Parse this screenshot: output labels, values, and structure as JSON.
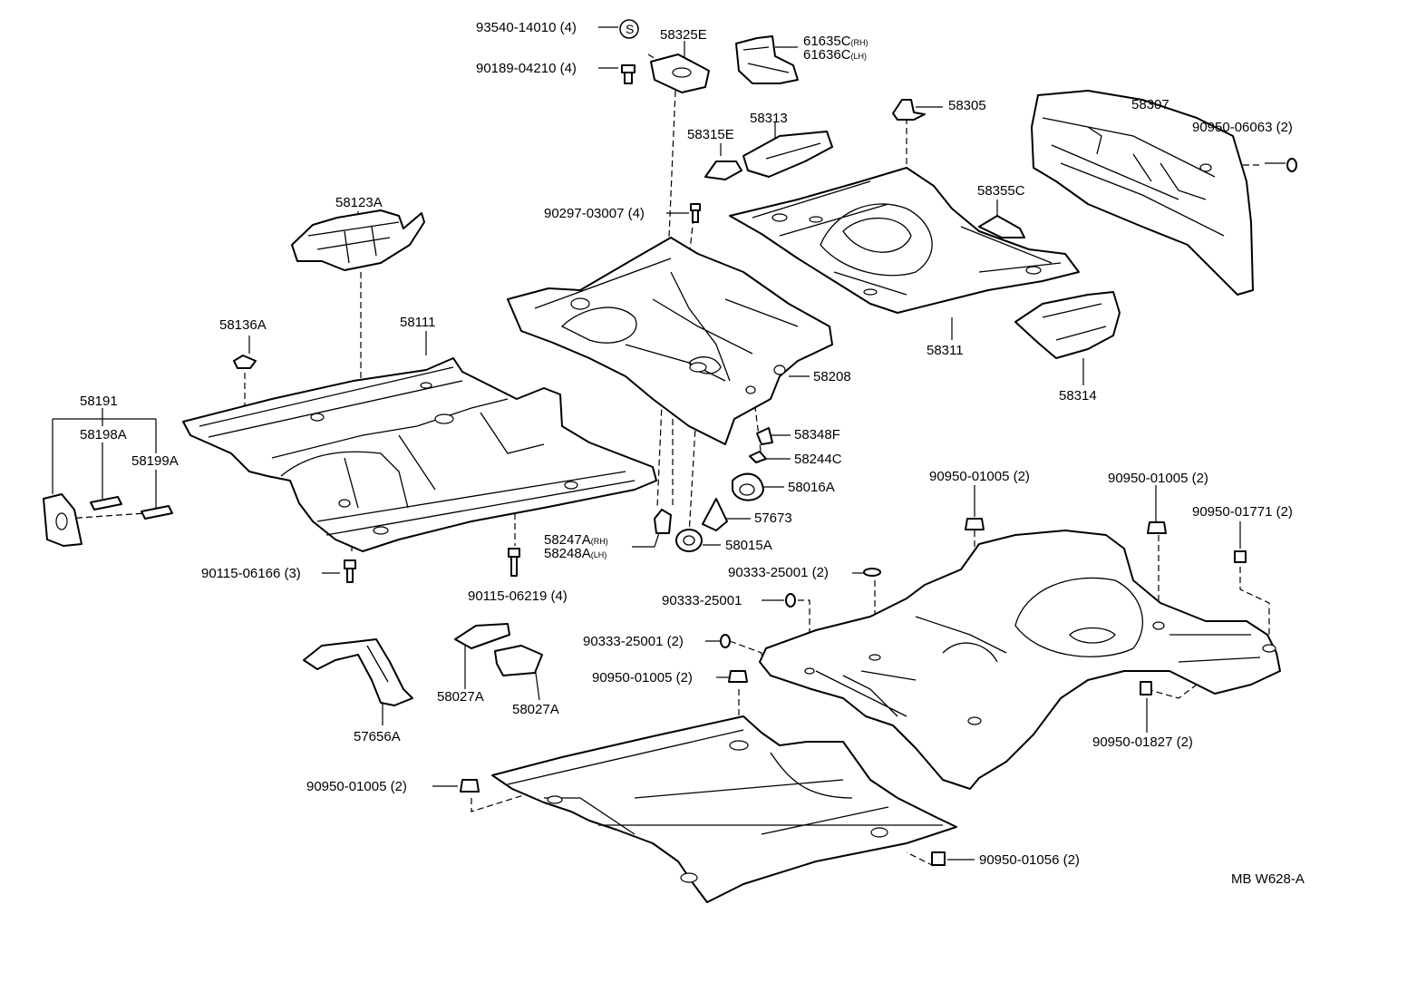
{
  "diagram": {
    "reference": "MB W628-A",
    "s_mark": "S",
    "labels": {
      "p93540": "93540-14010 (4)",
      "p58325E": "58325E",
      "p61635C": "61635C",
      "p61635C_sfx": "(RH)",
      "p61636C": "61636C",
      "p61636C_sfx": "(LH)",
      "p90189": "90189-04210 (4)",
      "p58305": "58305",
      "p58307": "58307",
      "p90950_06063": "90950-06063 (2)",
      "p58313": "58313",
      "p58315E": "58315E",
      "p58355C": "58355C",
      "p90297": "90297-03007 (4)",
      "p58123A": "58123A",
      "p58136A": "58136A",
      "p58111": "58111",
      "p58311": "58311",
      "p58314": "58314",
      "p58208": "58208",
      "p58191": "58191",
      "p58198A": "58198A",
      "p58199A": "58199A",
      "p58348F": "58348F",
      "p58244C": "58244C",
      "p58016A": "58016A",
      "p57673": "57673",
      "p58015A": "58015A",
      "p58247A": "58247A",
      "p58247A_sfx": "(RH)",
      "p58248A": "58248A",
      "p58248A_sfx": "(LH)",
      "p90115_06166": "90115-06166 (3)",
      "p90115_06219": "90115-06219 (4)",
      "p90950_01005_a": "90950-01005 (2)",
      "p90950_01005_b": "90950-01005 (2)",
      "p90950_01771": "90950-01771 (2)",
      "p90333_a": "90333-25001 (2)",
      "p90333_b": "90333-25001",
      "p90333_c": "90333-25001 (2)",
      "p90950_01005_c": "90950-01005 (2)",
      "p90950_01827": "90950-01827 (2)",
      "p58027A_a": "58027A",
      "p58027A_b": "58027A",
      "p57656A": "57656A",
      "p90950_01005_d": "90950-01005 (2)",
      "p90950_01056": "90950-01056 (2)"
    }
  }
}
